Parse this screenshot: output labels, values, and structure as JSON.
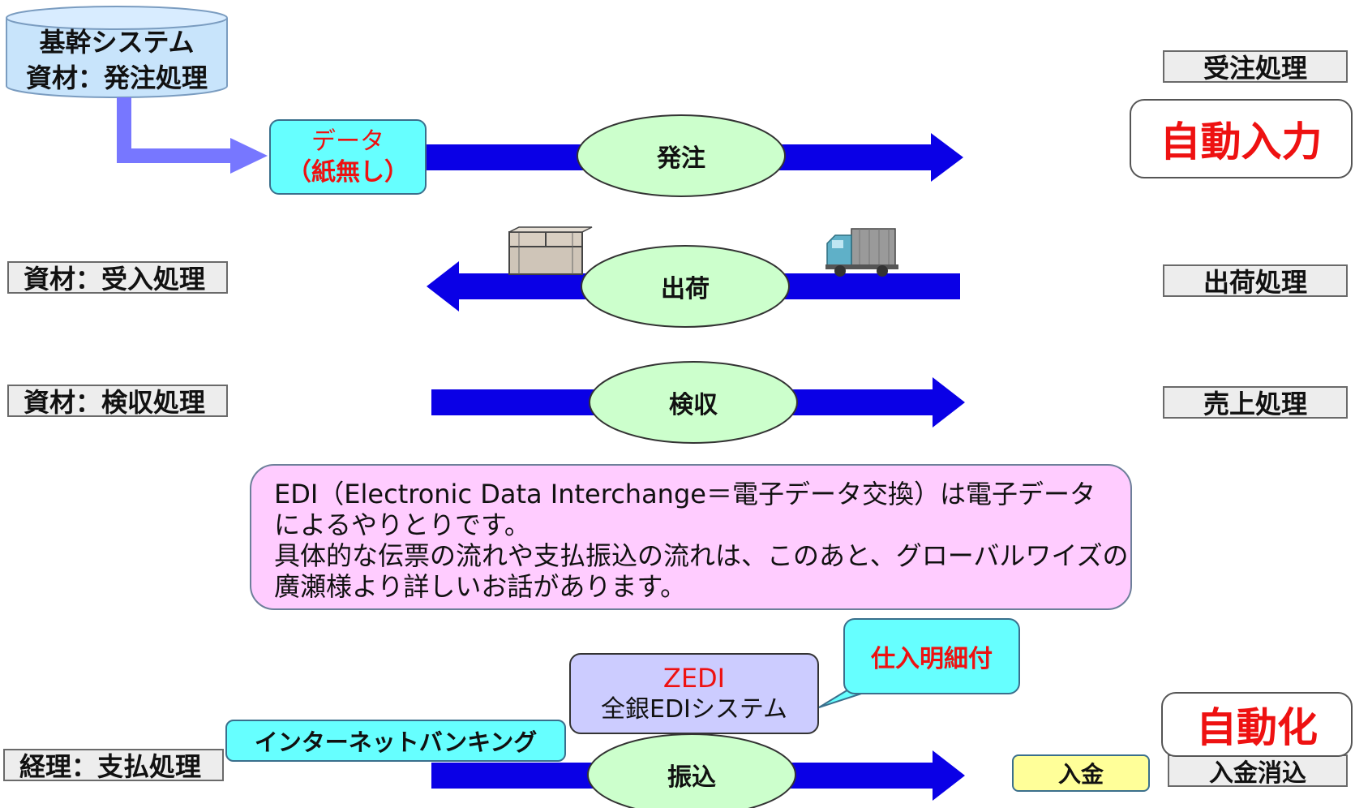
{
  "system_db": {
    "line1": "基幹システム",
    "line2": "資材：発注処理"
  },
  "data_box": {
    "line1": "データ",
    "line2": "（紙無し）"
  },
  "flows": {
    "order": "発注",
    "shipment": "出荷",
    "inspection": "検収",
    "transfer": "振込"
  },
  "left_labels": {
    "receiving": "資材：受入処理",
    "inspection": "資材：検収処理",
    "payment": "経理：支払処理"
  },
  "right_labels": {
    "order_receipt": "受注処理",
    "shipping": "出荷処理",
    "sales": "売上処理",
    "reconciliation": "入金消込"
  },
  "auto_input": "自動入力",
  "automation": "自動化",
  "note": {
    "lines": [
      "EDI（Electronic Data Interchange＝電子データ交換）は電子データ",
      "によるやりとりです。",
      "具体的な伝票の流れや支払振込の流れは、このあと、グローバルワイズの",
      "廣瀬様より詳しいお話があります。"
    ]
  },
  "zedi": {
    "title": "ZEDI",
    "subtitle": "全銀EDIシステム"
  },
  "callout": "仕入明細付",
  "internet_banking": "インターネットバンキング",
  "deposit": "入金",
  "colors": {
    "arrow": "#0a00e6",
    "ellipse": "#ccffcc",
    "cyan_box": "#66ffff",
    "pink_note": "#ffccff",
    "lavender": "#ccccff",
    "yellow": "#ffff99",
    "red_text": "#ee1111",
    "connector": "#7777ff"
  }
}
